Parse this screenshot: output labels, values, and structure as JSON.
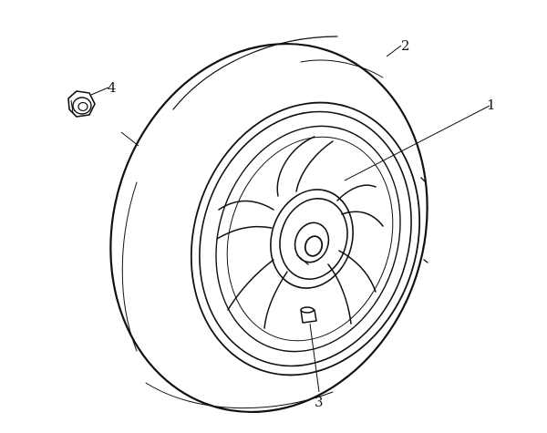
{
  "callouts": [
    {
      "id": "1",
      "label": "1"
    },
    {
      "id": "2",
      "label": "2"
    },
    {
      "id": "3",
      "label": "3"
    },
    {
      "id": "4",
      "label": "4"
    }
  ],
  "parts": {
    "rim": "callout-1",
    "tire": "callout-2",
    "valve": "callout-3",
    "nut": "callout-4"
  }
}
